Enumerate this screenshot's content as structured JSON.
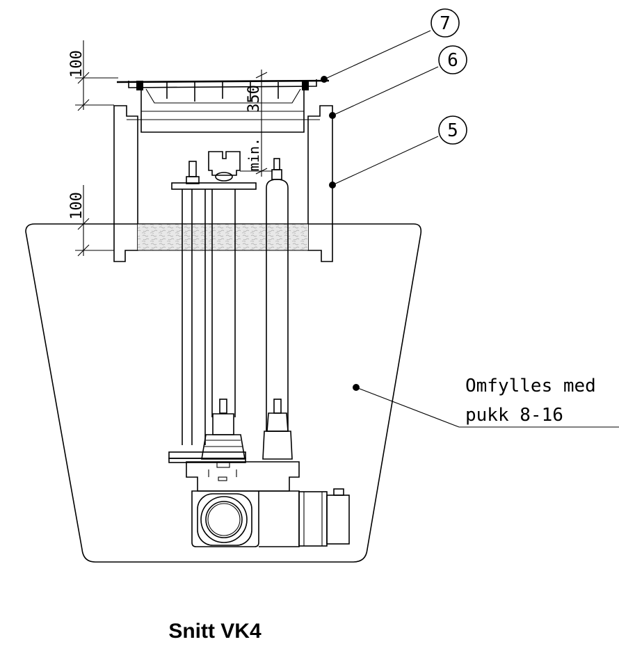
{
  "title": "Snitt VK4",
  "dimensions": {
    "top_collar": "100",
    "frame_min": "350",
    "frame_min_prefix": "min.",
    "bottom_collar": "100"
  },
  "callouts": [
    "7",
    "6",
    "5"
  ],
  "note": {
    "line1": "Omfylles med",
    "line2": "pukk 8-16"
  }
}
